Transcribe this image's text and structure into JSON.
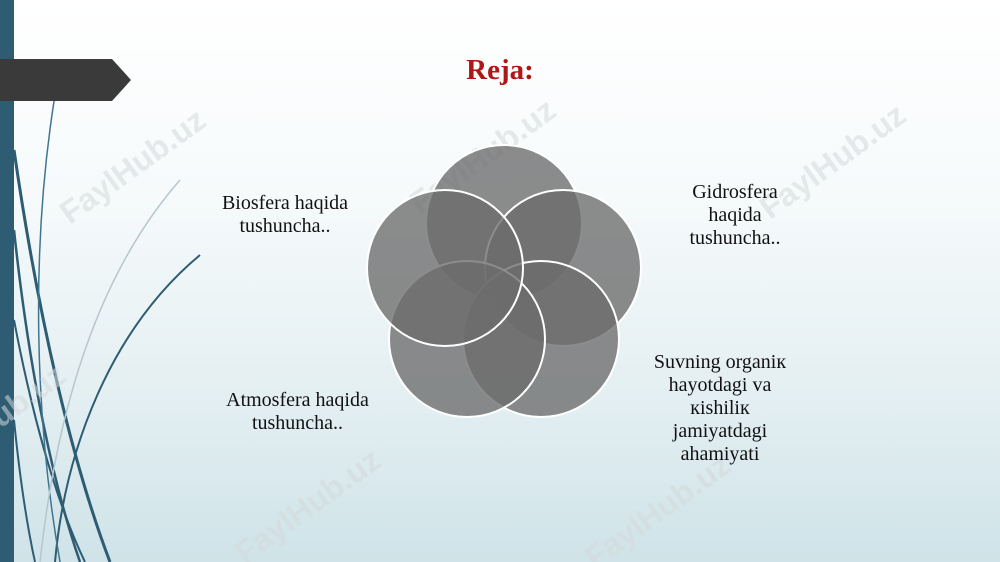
{
  "slide": {
    "title": "Reja:",
    "topics": [
      {
        "lines": [
          "Biosfera haqida",
          "tushuncha.."
        ]
      },
      {
        "lines": [
          "Gidrosfera",
          "haqida",
          "tushuncha.."
        ]
      },
      {
        "lines": [
          "Suvning organiк",
          "hayotdagi va",
          "кishiliк",
          "jamiyatdagi",
          "ahamiyati"
        ]
      },
      {
        "lines": [
          "Atmosfera haqida",
          "tushuncha.."
        ]
      }
    ]
  },
  "watermark": {
    "text": "FaylHub.uz"
  },
  "colors": {
    "title": "#b01616",
    "circle_fill": "#6b6b6b",
    "circle_stroke": "#ffffff",
    "accent_bar": "#2d5c73",
    "tab": "#3a3a3a"
  }
}
